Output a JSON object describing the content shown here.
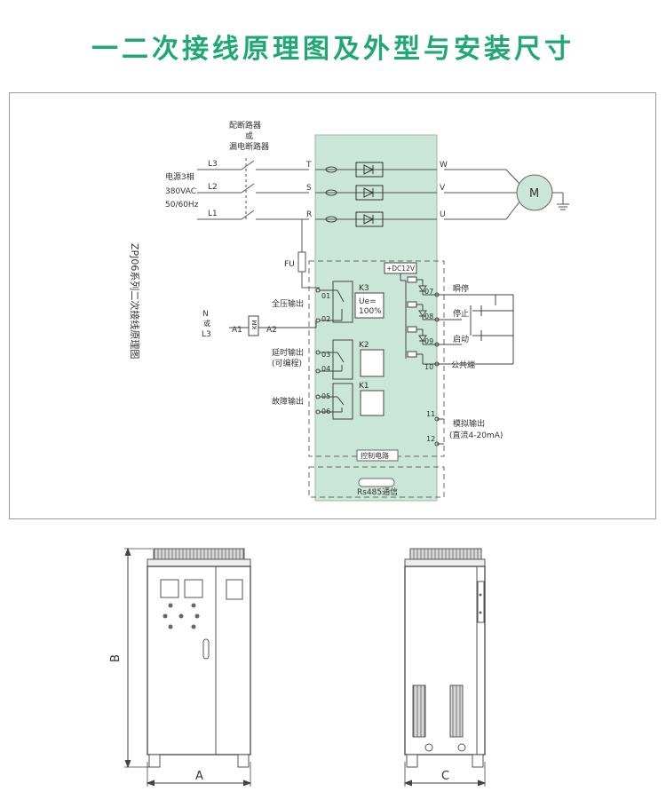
{
  "title": "一二次接线原理图及外型与安装尺寸",
  "wiring": {
    "side_caption": "ZPJ06系列二次接线原理图",
    "breaker_label_1": "配断路器",
    "breaker_label_or": "或",
    "breaker_label_2": "漏电断路器",
    "supply_label_1": "电源3相",
    "supply_label_2": "380VAC",
    "supply_label_3": "50/60Hz",
    "lines": [
      "L3",
      "L2",
      "L1"
    ],
    "input_terminals": [
      "T",
      "S",
      "R"
    ],
    "output_terminals": [
      "W",
      "V",
      "U"
    ],
    "motor": "M",
    "fuse": "FU",
    "dc_label": "+DC12V",
    "relay_k3": "K3",
    "relay_k2": "K2",
    "relay_k1": "K1",
    "ue_line1": "Ue=",
    "ue_line2": "100%",
    "full_voltage_output": "全压输出",
    "delay_output_1": "延时输出",
    "delay_output_2": "(可编程)",
    "fault_output": "故障输出",
    "coil_n": "N",
    "coil_or": "或",
    "coil_l3": "L3",
    "coil_a1": "A1",
    "coil_km": "KM",
    "coil_a2": "A2",
    "terminals_left": [
      "01",
      "02",
      "03",
      "04",
      "05",
      "06"
    ],
    "terminals_right": [
      "07",
      "08",
      "09",
      "10",
      "11",
      "12"
    ],
    "inching": "瞬停",
    "stop": "停止",
    "start": "启动",
    "common": "公共端",
    "analog_output_1": "模拟输出",
    "analog_output_2": "(直流4-20mA)",
    "control_circuit": "控制电路",
    "rs485": "Rs485通信"
  },
  "outline": {
    "dim_a": "A",
    "dim_b": "B",
    "dim_c": "C"
  }
}
